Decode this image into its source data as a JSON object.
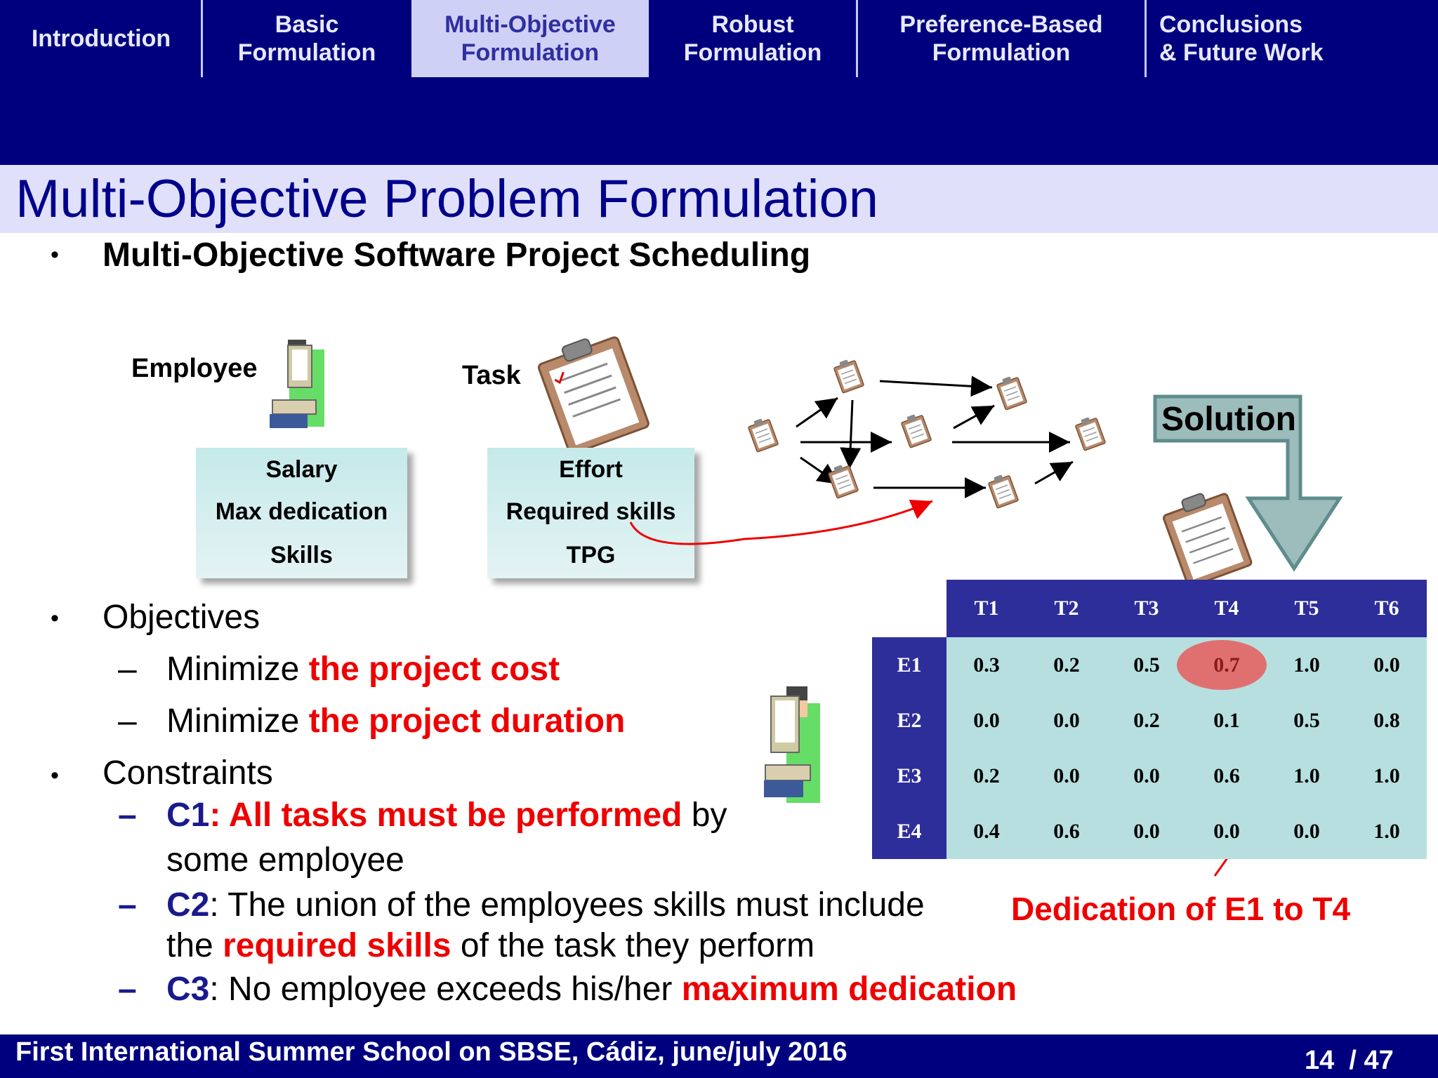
{
  "nav": {
    "tabs": [
      {
        "label": "Introduction",
        "active": false
      },
      {
        "label": "Basic\nFormulation",
        "active": false
      },
      {
        "label": "Multi-Objective\nFormulation",
        "active": true
      },
      {
        "label": "Robust\nFormulation",
        "active": false
      },
      {
        "label": "Preference-Based\nFormulation",
        "active": false
      },
      {
        "label": "Conclusions\n& Future Work",
        "active": false
      }
    ]
  },
  "title": "Multi-Objective Problem Formulation",
  "bullet1": "Multi-Objective Software Project Scheduling",
  "employee": {
    "label": "Employee",
    "attrs": [
      "Salary",
      "Max dedication",
      "Skills"
    ]
  },
  "task": {
    "label": "Task",
    "attrs": [
      "Effort",
      "Required skills",
      "TPG"
    ]
  },
  "solution_label": "Solution",
  "objectives": {
    "heading": "Objectives",
    "items": [
      {
        "prefix": "Minimize ",
        "emph": "the project cost"
      },
      {
        "prefix": "Minimize ",
        "emph": "the project duration"
      }
    ]
  },
  "constraints": {
    "heading": "Constraints",
    "c1": {
      "id": "C1",
      "colon": ": ",
      "emph": "All tasks must be performed",
      "rest": " by",
      "line2": "some employee"
    },
    "c2": {
      "id": "C2",
      "text": ": The union of the employees skills must include",
      "line2_prefix": "the ",
      "line2_emph": "required skills",
      "line2_rest": " of the task they perform"
    },
    "c3": {
      "id": "C3",
      "text": ": No employee exceeds his/her ",
      "emph": "maximum dedication"
    }
  },
  "matrix": {
    "columns": [
      "T1",
      "T2",
      "T3",
      "T4",
      "T5",
      "T6"
    ],
    "rows": [
      {
        "label": "E1",
        "values": [
          "0.3",
          "0.2",
          "0.5",
          "0.7",
          "1.0",
          "0.0"
        ]
      },
      {
        "label": "E2",
        "values": [
          "0.0",
          "0.0",
          "0.2",
          "0.1",
          "0.5",
          "0.8"
        ]
      },
      {
        "label": "E3",
        "values": [
          "0.2",
          "0.0",
          "0.0",
          "0.6",
          "1.0",
          "1.0"
        ]
      },
      {
        "label": "E4",
        "values": [
          "0.4",
          "0.6",
          "0.0",
          "0.0",
          "0.0",
          "1.0"
        ]
      }
    ],
    "highlight": {
      "row": 0,
      "col": 3
    }
  },
  "annotation": "Dedication of E1 to T4",
  "footer": {
    "text": "First International Summer School on SBSE, Cádiz, june/july 2016",
    "page": "14",
    "total": "/ 47"
  },
  "colors": {
    "nav_bg": "#00007f",
    "active_tab": "#cfd0f5",
    "title_color": "#00008b",
    "emphasis_red": "#ee0000",
    "matrix_header": "#2e2e9a",
    "matrix_cell": "#b7dfdf",
    "highlight": "#e07070"
  }
}
